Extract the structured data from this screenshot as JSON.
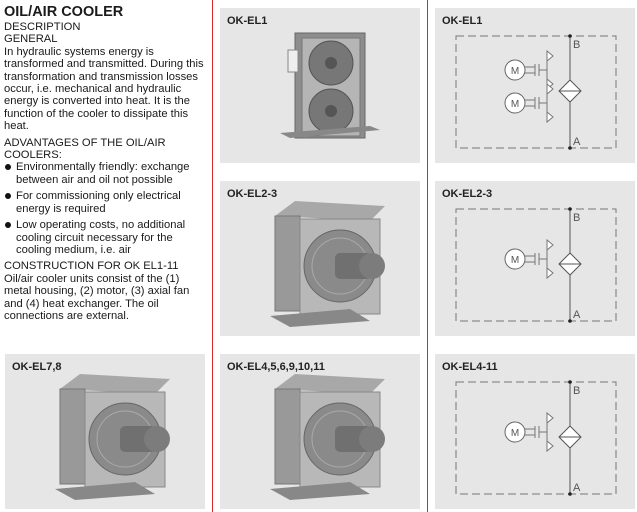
{
  "description": {
    "title": "OIL/AIR COOLER",
    "subtitle": "DESCRIPTION",
    "general_heading": "GENERAL",
    "general_text": "In hydraulic systems energy is transformed and transmitted. During this transformation and transmission losses occur, i.e. mechanical and hydraulic energy is converted into heat. It is the function of the cooler to dissipate this heat.",
    "advantages_heading": "ADVANTAGES OF THE OIL/AIR COOLERS:",
    "advantages": [
      "Environmentally friendly: exchange between air and oil not possible",
      "For commissioning only electrical energy is required",
      "Low operating costs, no additional cooling circuit necessary for the cooling medium, i.e. air"
    ],
    "construction_heading": "CONSTRUCTION FOR OK EL1-11",
    "construction_text": "Oil/air cooler units consist of the (1) metal housing, (2) motor, (3) axial fan and (4) heat exchanger. The oil connections are external."
  },
  "products": [
    {
      "label": "OK-EL1",
      "fans": 2
    },
    {
      "label": "OK-EL2-3",
      "fans": 1
    },
    {
      "label": "OK-EL4,5,6,9,10,11",
      "fans": 1
    },
    {
      "label": "OK-EL7,8",
      "fans": 1
    }
  ],
  "schematics": [
    {
      "label": "OK-EL1",
      "motors": 2,
      "port_b": "B",
      "port_a": "A",
      "motor_symbol": "M"
    },
    {
      "label": "OK-EL2-3",
      "motors": 1,
      "port_b": "B",
      "port_a": "A",
      "motor_symbol": "M"
    },
    {
      "label": "OK-EL4-11",
      "motors": 1,
      "port_b": "B",
      "port_a": "A",
      "motor_symbol": "M"
    }
  ],
  "colors": {
    "divider": "#d8262c",
    "panel": "#e6e6e6"
  }
}
